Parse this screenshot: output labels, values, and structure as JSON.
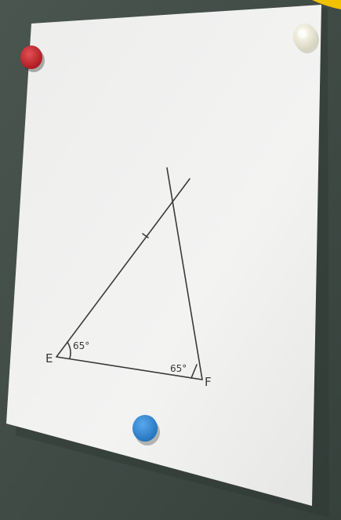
{
  "photo": {
    "subject": "paper",
    "colors": {
      "board": "#3f4a45",
      "paper": "#f1f1f0",
      "ink": "#3a3a3a",
      "pin_red": "#c8262b",
      "pin_white": "#efeedc",
      "pin_blue": "#2f8ad7",
      "corner_accent": "#f2c200"
    }
  },
  "diagram": {
    "vertex_labels": {
      "E": "E",
      "F": "F"
    },
    "angle_labels": {
      "E": "65°",
      "F": "65°"
    }
  },
  "pins": [
    {
      "name": "red-pushpin",
      "color": "#c8262b"
    },
    {
      "name": "white-pushpin",
      "color": "#efeedc"
    },
    {
      "name": "blue-pushpin",
      "color": "#2f8ad7"
    }
  ]
}
